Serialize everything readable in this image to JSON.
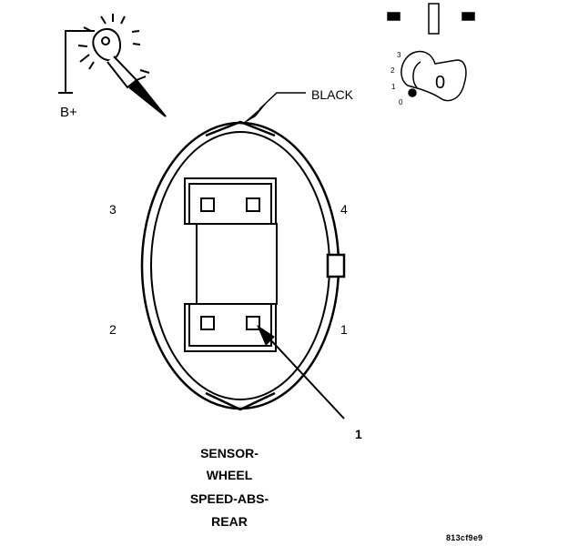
{
  "labels": {
    "battery": "B+",
    "wire_color": "BLACK",
    "cavity_3": "3",
    "cavity_4": "4",
    "cavity_2": "2",
    "cavity_1": "1",
    "callout": "1",
    "key_positions": [
      "3",
      "2",
      "1",
      "0"
    ],
    "key_face": "0",
    "figure_id": "813cf9e9"
  },
  "title": {
    "lines": [
      "SENSOR-",
      "WHEEL",
      "SPEED-ABS-",
      "REAR"
    ]
  }
}
